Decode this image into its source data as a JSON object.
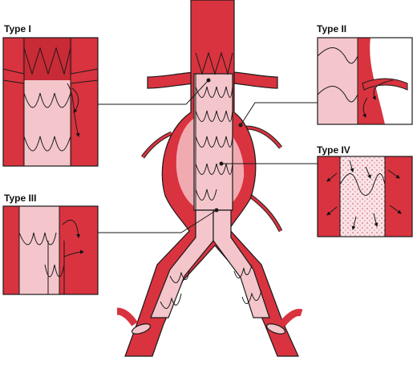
{
  "labels": {
    "type1": "Type I",
    "type2": "Type II",
    "type3": "Type III",
    "type4": "Type IV"
  },
  "colors": {
    "vessel": "#d9333f",
    "vessel_dark": "#a81e2b",
    "graft": "#f4c6cb",
    "graft_light": "#fbe3e6",
    "outline": "#1a1a1a",
    "leader_line": "#1a1a1a",
    "background": "#ffffff"
  }
}
